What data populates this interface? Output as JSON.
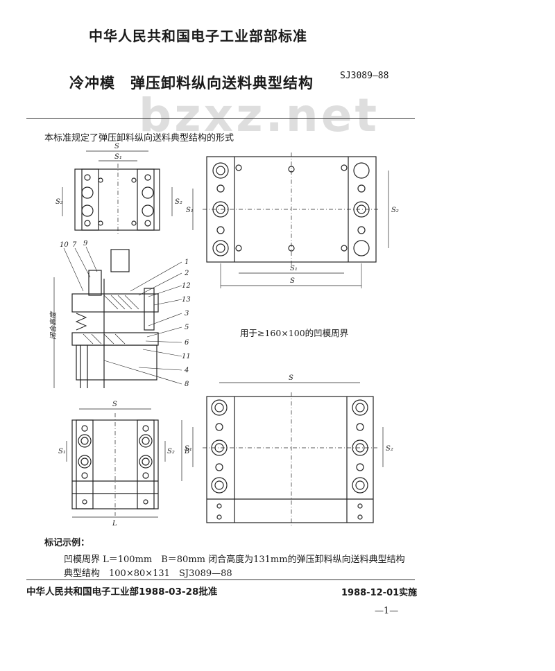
{
  "header": {
    "organization": "中华人民共和国电子工业部部标准",
    "title": "冷冲模　弹压卸料纵向送料典型结构",
    "code": "SJ3089—88",
    "watermark": "bzxz.net"
  },
  "intro": "本标准规定了弹压卸料纵向送料典型结构的形式",
  "figure": {
    "caption": "用于≥160×100的凹模周界",
    "dims": {
      "S": "S",
      "S1": "S₁",
      "S2": "S₂",
      "L": "L",
      "B": "B",
      "closed_height": "闭合高度"
    },
    "part_numbers": [
      "10",
      "7",
      "9",
      "1",
      "2",
      "12",
      "13",
      "3",
      "5",
      "6",
      "11",
      "4",
      "8"
    ]
  },
  "marking": {
    "heading": "标记示例：",
    "line1": "凹模周界 L＝100mm　B＝80mm 闭合高度为131mm的弹压卸料纵向送料典型结构",
    "line2": "典型结构　100×80×131　SJ3089—88"
  },
  "footer": {
    "approval": "中华人民共和国电子工业部1988-03-28批准",
    "effective": "1988-12-01实施",
    "page": "—1—"
  }
}
